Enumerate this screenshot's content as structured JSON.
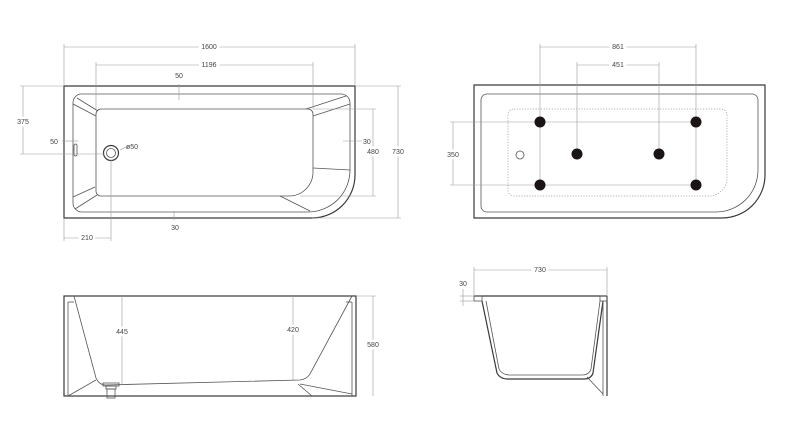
{
  "top_view": {
    "dims": {
      "length": "1600",
      "inner_length": "1196",
      "rim_top": "50",
      "drain_offset_y": "375",
      "rim_left": "50",
      "drain_diameter": "ø50",
      "rim_right": "30",
      "inner_width": "480",
      "width": "730",
      "rim_bottom": "30",
      "drain_offset_x": "210"
    }
  },
  "jets_view": {
    "dims": {
      "outer_spacing": "861",
      "inner_spacing": "451",
      "vertical_spacing": "350"
    },
    "jet_count": 6
  },
  "side_view": {
    "dims": {
      "depth_left": "445",
      "depth_right": "420",
      "height": "580"
    }
  },
  "end_view": {
    "dims": {
      "width": "730",
      "rim": "30"
    }
  },
  "colors": {
    "line": "#3a3a3a",
    "dimension": "#9a9a9a",
    "jet": "#1a1414"
  }
}
